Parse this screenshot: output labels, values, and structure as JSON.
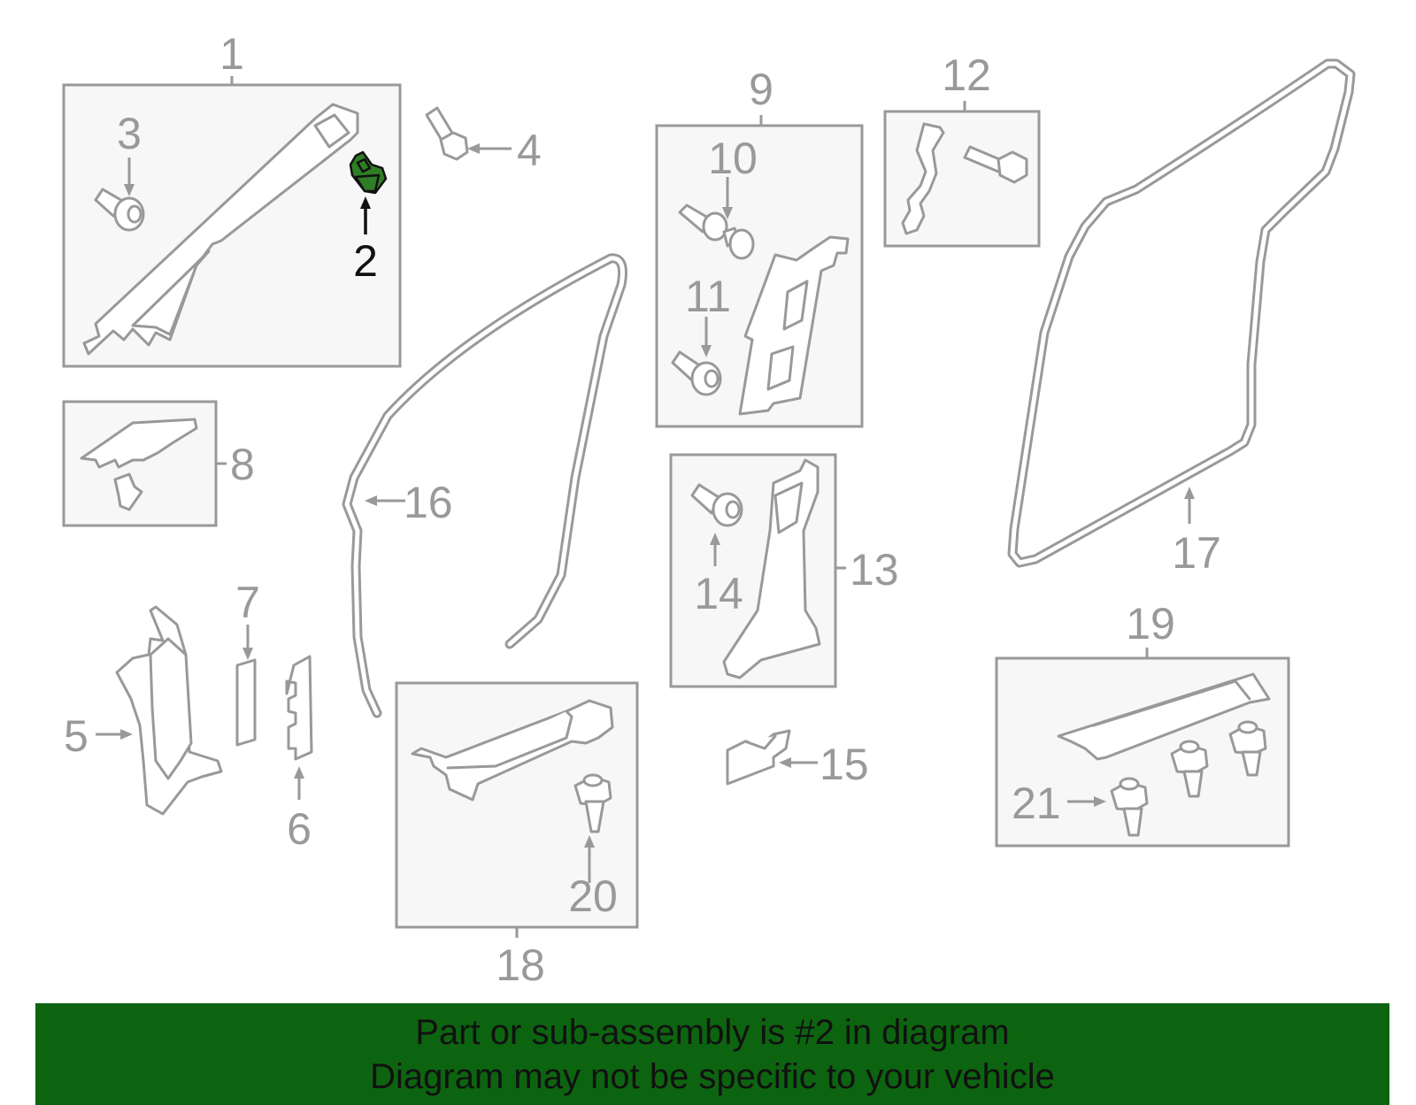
{
  "diagram": {
    "callouts": {
      "c1": "1",
      "c2": "2",
      "c3": "3",
      "c4": "4",
      "c5": "5",
      "c6": "6",
      "c7": "7",
      "c8": "8",
      "c9": "9",
      "c10": "10",
      "c11": "11",
      "c12": "12",
      "c13": "13",
      "c14": "14",
      "c15": "15",
      "c16": "16",
      "c17": "17",
      "c18": "18",
      "c19": "19",
      "c20": "20",
      "c21": "21"
    },
    "highlighted_part": "2",
    "colors": {
      "outline": "#999999",
      "box_fill": "#f7f7f7",
      "highlight_part": "#2f7d24",
      "highlight_label": "#111111",
      "banner": "#0d6410"
    }
  },
  "footer": {
    "line1": "Part or sub-assembly is #2 in diagram",
    "line2": "Diagram may not be specific to your vehicle"
  }
}
